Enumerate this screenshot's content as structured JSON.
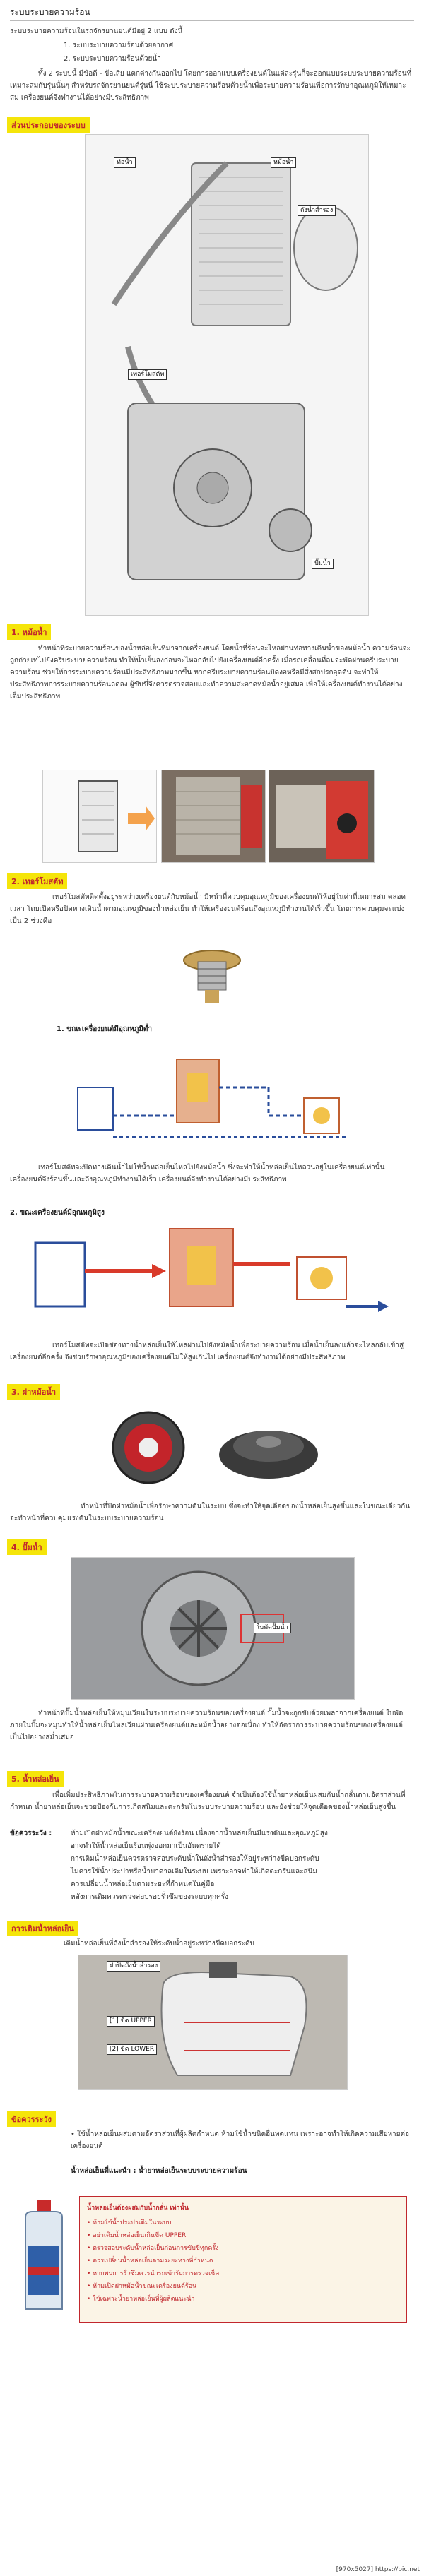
{
  "title": "ระบบระบายความร้อน",
  "intro": {
    "lead": "ระบบระบายความร้อนในรถจักรยานยนต์มีอยู่ 2 แบบ ดังนี้",
    "item1": "1. ระบบระบายความร้อนด้วยอากาศ",
    "item2": "2. ระบบระบายความร้อนด้วยน้ำ",
    "body": "ทั้ง 2 ระบบนี้ มีข้อดี - ข้อเสีย แตกต่างกันออกไป โดยการออกแบบเครื่องยนต์ในแต่ละรุ่นก็จะออกแบบระบบระบายความร้อนที่เหมาะสมกับรุ่นนั้นๆ สำหรับรถจักรยานยนต์รุ่นนี้ ใช้ระบบระบายความร้อนด้วยน้ำเพื่อระบายความร้อนเพื่อการรักษาอุณหภูมิให้เหมาะสม เครื่องยนต์จึงทำงานได้อย่างมีประสิทธิภาพ"
  },
  "components": {
    "heading": "ส่วนประกอบของระบบ",
    "labels": {
      "water_pipe": "ท่อน้ำ",
      "radiator": "หม้อน้ำ",
      "reserve_tank": "ถังน้ำสำรอง",
      "thermostat": "เทอร์โมสตัท",
      "water_pump": "ปั๊มน้ำ"
    }
  },
  "radiator": {
    "heading": "1. หม้อน้ำ",
    "body": "ทำหน้าที่ระบายความร้อนของน้ำหล่อเย็นที่มาจากเครื่องยนต์ โดยน้ำที่ร้อนจะไหลผ่านท่อทางเดินน้ำของหม้อน้ำ ความร้อนจะถูกถ่ายเทไปยังครีบระบายความร้อน ทำให้น้ำเย็นลงก่อนจะไหลกลับไปยังเครื่องยนต์อีกครั้ง เมื่อรถเคลื่อนที่ลมจะพัดผ่านครีบระบายความร้อน ช่วยให้การระบายความร้อนมีประสิทธิภาพมากขึ้น หากครีบระบายความร้อนบิดงอหรือมีสิ่งสกปรกอุดตัน จะทำให้ประสิทธิภาพการระบายความร้อนลดลง ผู้ขับขี่จึงควรตรวจสอบและทำความสะอาดหม้อน้ำอยู่เสมอ เพื่อให้เครื่องยนต์ทำงานได้อย่างเต็มประสิทธิภาพ"
  },
  "thermostat": {
    "heading": "2. เทอร์โมสตัท",
    "body": "เทอร์โมสตัทติดตั้งอยู่ระหว่างเครื่องยนต์กับหม้อน้ำ มีหน้าที่ควบคุมอุณหภูมิของเครื่องยนต์ให้อยู่ในค่าที่เหมาะสม ตลอดเวลา โดยเปิดหรือปิดทางเดินน้ำตามอุณหภูมิของน้ำหล่อเย็น ทำให้เครื่องยนต์ร้อนถึงอุณหภูมิทำงานได้เร็วขึ้น โดยการควบคุมจะแบ่งเป็น 2 ช่วงคือ",
    "case1_title": "1. ขณะเครื่องยนต์มีอุณหภูมิต่ำ",
    "case1_body": "เทอร์โมสตัทจะปิดทางเดินน้ำไม่ให้น้ำหล่อเย็นไหลไปยังหม้อน้ำ ซึ่งจะทำให้น้ำหล่อเย็นไหลวนอยู่ในเครื่องยนต์เท่านั้น เครื่องยนต์จึงร้อนขึ้นและถึงอุณหภูมิทำงานได้เร็ว เครื่องยนต์จึงทำงานได้อย่างมีประสิทธิภาพ",
    "case2_title": "2. ขณะเครื่องยนต์มีอุณหภูมิสูง",
    "case2_body": "เทอร์โมสตัทจะเปิดช่องทางน้ำหล่อเย็นให้ไหลผ่านไปยังหม้อน้ำเพื่อระบายความร้อน เมื่อน้ำเย็นลงแล้วจะไหลกลับเข้าสู่เครื่องยนต์อีกครั้ง จึงช่วยรักษาอุณหภูมิของเครื่องยนต์ไม่ให้สูงเกินไป เครื่องยนต์จึงทำงานได้อย่างมีประสิทธิภาพ"
  },
  "radiator_cap": {
    "heading": "3. ฝาหม้อน้ำ",
    "body": "ทำหน้าที่ปิดฝาหม้อน้ำเพื่อรักษาความดันในระบบ ซึ่งจะทำให้จุดเดือดของน้ำหล่อเย็นสูงขึ้นและในขณะเดียวกันจะทำหน้าที่ควบคุมแรงดันในระบบระบายความร้อน"
  },
  "water_pump": {
    "heading": "4. ปั๊มน้ำ",
    "callout": "ใบพัดปั๊มน้ำ",
    "body": "ทำหน้าที่ปั๊มน้ำหล่อเย็นให้หมุนเวียนในระบบระบายความร้อนของเครื่องยนต์ ปั๊มน้ำจะถูกขับด้วยเพลาจากเครื่องยนต์ ใบพัดภายในปั๊มจะหมุนทำให้น้ำหล่อเย็นไหลเวียนผ่านเครื่องยนต์และหม้อน้ำอย่างต่อเนื่อง ทำให้อัตราการระบายความร้อนของเครื่องยนต์เป็นไปอย่างสม่ำเสมอ"
  },
  "coolant": {
    "heading": "5. น้ำหล่อเย็น",
    "body": "เพื่อเพิ่มประสิทธิภาพในการระบายความร้อนของเครื่องยนต์ จำเป็นต้องใช้น้ำยาหล่อเย็นผสมกับน้ำกลั่นตามอัตราส่วนที่กำหนด น้ำยาหล่อเย็นจะช่วยป้องกันการเกิดสนิมและตะกรันในระบบระบายความร้อน และยังช่วยให้จุดเดือดของน้ำหล่อเย็นสูงขึ้น",
    "caution_label": "ข้อควรระวัง :",
    "caution_lines": [
      "ห้ามเปิดฝาหม้อน้ำขณะเครื่องยนต์ยังร้อน เนื่องจากน้ำหล่อเย็นมีแรงดันและอุณหภูมิสูง",
      "อาจทำให้น้ำหล่อเย็นร้อนพุ่งออกมาเป็นอันตรายได้",
      "การเติมน้ำหล่อเย็นควรตรวจสอบระดับน้ำในถังน้ำสำรองให้อยู่ระหว่างขีดบอกระดับ",
      "ไม่ควรใช้น้ำประปาหรือน้ำบาดาลเติมในระบบ เพราะอาจทำให้เกิดตะกรันและสนิม",
      "ควรเปลี่ยนน้ำหล่อเย็นตามระยะที่กำหนดในคู่มือ",
      "หลังการเติมควรตรวจสอบรอยรั่วซึมของระบบทุกครั้ง"
    ]
  },
  "refill": {
    "heading": "การเติมน้ำหล่อเย็น",
    "body": "เติมน้ำหล่อเย็นที่ถังน้ำสำรองให้ระดับน้ำอยู่ระหว่างขีดบอกระดับ",
    "labels": {
      "cap": "ฝาปิดถังน้ำสำรอง",
      "upper": "[1] ขีด UPPER",
      "lower": "[2] ขีด LOWER"
    },
    "caution_heading": "ข้อควรระวัง",
    "caution_body": "• ใช้น้ำหล่อเย็นผสมตามอัตราส่วนที่ผู้ผลิตกำหนด ห้ามใช้น้ำชนิดอื่นทดแทน เพราะอาจทำให้เกิดความเสียหายต่อเครื่องยนต์",
    "recommend": "น้ำหล่อเย็นที่แนะนำ : น้ำยาหล่อเย็นระบบระบายความร้อน"
  },
  "warning_box": {
    "title": "น้ำหล่อเย็นต้องผสมกับน้ำกลั่น เท่านั้น",
    "items": [
      "• ห้ามใช้น้ำประปาเติมในระบบ",
      "• อย่าเติมน้ำหล่อเย็นเกินขีด UPPER",
      "• ตรวจสอบระดับน้ำหล่อเย็นก่อนการขับขี่ทุกครั้ง",
      "• ควรเปลี่ยนน้ำหล่อเย็นตามระยะทางที่กำหนด",
      "• หากพบการรั่วซึมควรนำรถเข้ารับการตรวจเช็ค",
      "• ห้ามเปิดฝาหม้อน้ำขณะเครื่องยนต์ร้อน",
      "• ใช้เฉพาะน้ำยาหล่อเย็นที่ผู้ผลิตแนะนำ"
    ]
  },
  "footer": "[970x5027] https://pic.net"
}
